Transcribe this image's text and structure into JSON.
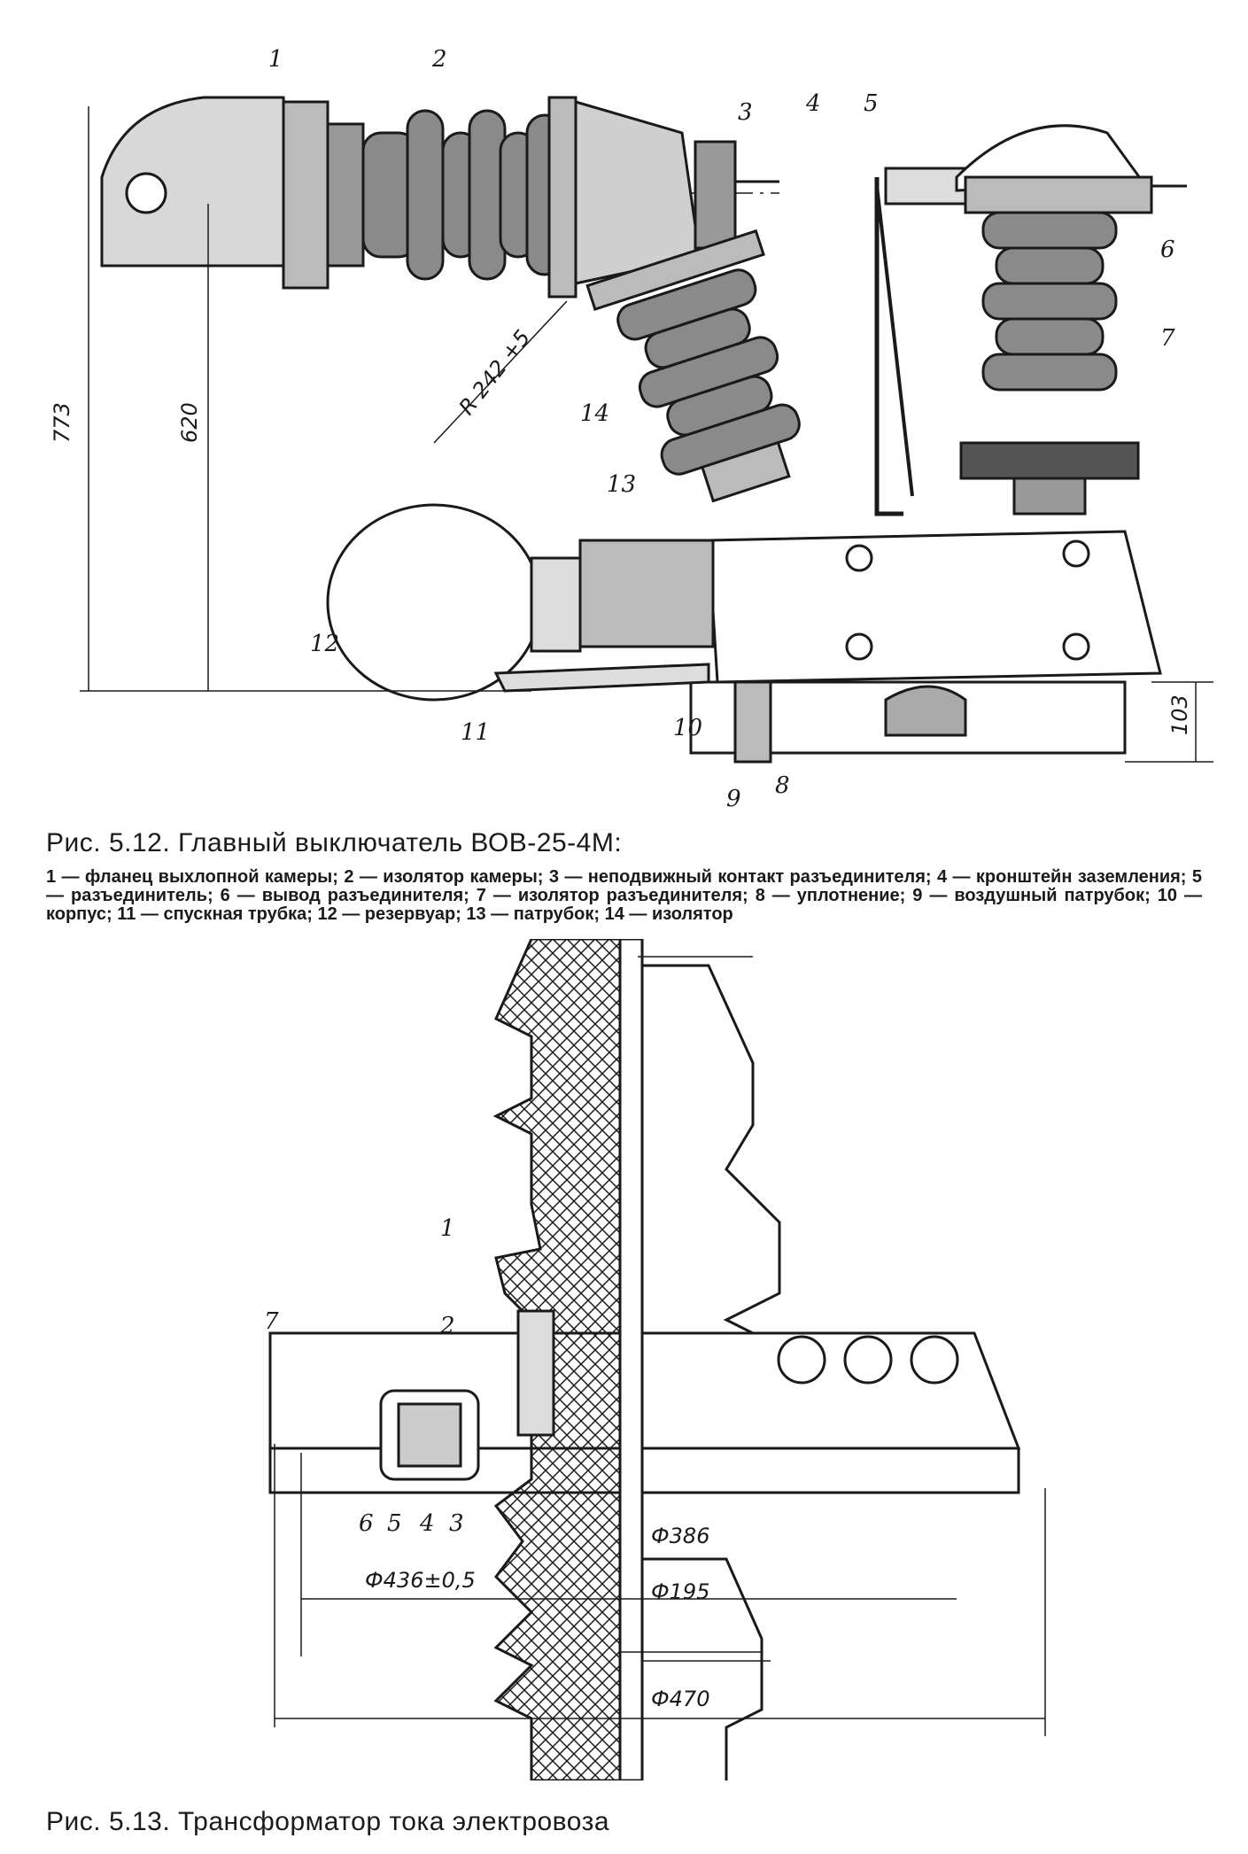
{
  "figure_1": {
    "caption": "Рис. 5.12. Главный выключатель ВОВ-25-4М:",
    "legend": "1 — фланец выхлопной камеры; 2 — изолятор камеры; 3 — неподвижный контакт разъединителя; 4 — кронштейн заземления; 5 — разъединитель; 6 — вывод разъединителя; 7 — изолятор разъединителя; 8 — уплотнение; 9 — воздушный патрубок; 10 — корпус; 11 — спускная трубка; 12 — резервуар; 13 — патрубок; 14 — изолятор",
    "callouts": [
      "1",
      "2",
      "3",
      "4",
      "5",
      "6",
      "7",
      "8",
      "9",
      "10",
      "11",
      "12",
      "13",
      "14"
    ],
    "dimensions": {
      "radius": "R 242 +5",
      "height_total": "773",
      "height_axis": "620",
      "base_height": "103"
    }
  },
  "figure_2": {
    "caption": "Рис. 5.13. Трансформатор тока электровоза",
    "callouts": [
      "1",
      "2",
      "3",
      "4",
      "5",
      "6",
      "7"
    ],
    "dimensions": {
      "d1": "Ф386",
      "d2": "Ф436±0,5",
      "d3": "Ф195",
      "d4": "Ф470"
    }
  }
}
